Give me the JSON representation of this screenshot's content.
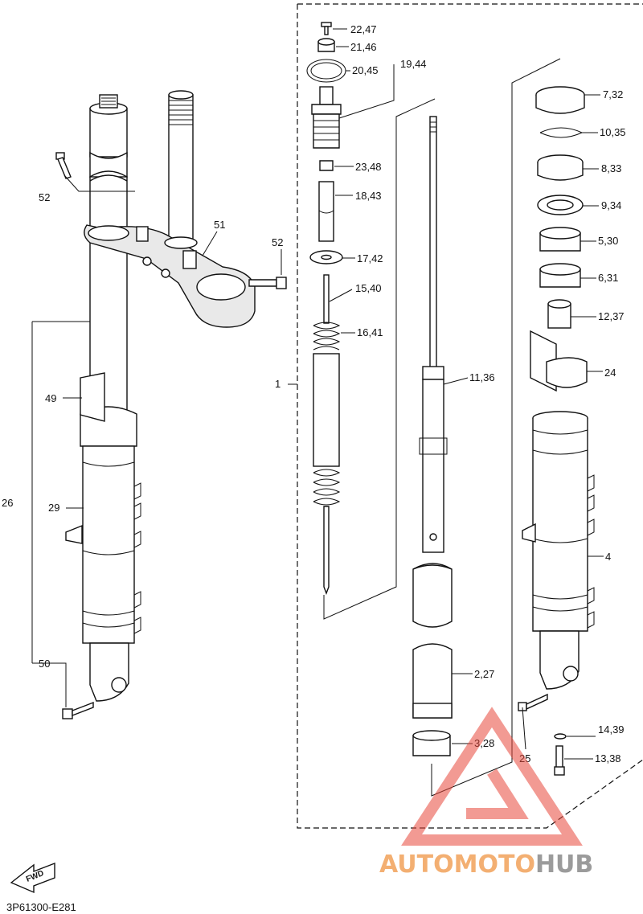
{
  "labels": {
    "p22_47": "22,47",
    "p21_46": "21,46",
    "p20_45": "20,45",
    "p19_44": "19,44",
    "p23_48": "23,48",
    "p18_43": "18,43",
    "p17_42": "17,42",
    "p15_40": "15,40",
    "p16_41": "16,41",
    "p1": "1",
    "p11_36": "11,36",
    "p2_27": "2,27",
    "p3_28": "3,28",
    "p25": "25",
    "p7_32": "7,32",
    "p10_35": "10,35",
    "p8_33": "8,33",
    "p9_34": "9,34",
    "p5_30": "5,30",
    "p6_31": "6,31",
    "p12_37": "12,37",
    "p24": "24",
    "p4": "4",
    "p14_39": "14,39",
    "p13_38": "13,38",
    "p52a": "52",
    "p52b": "52",
    "p51": "51",
    "p49": "49",
    "p26": "26",
    "p29": "29",
    "p50": "50"
  },
  "fwd_arrow": "FWD",
  "diagram_code": "3P61300-E281",
  "watermark": {
    "part_a": "AUTOMOTO",
    "part_b": "HUB",
    "color_a": "#f2a25a",
    "color_b": "#8a8a8a",
    "triangle_color": "#e8473b"
  }
}
